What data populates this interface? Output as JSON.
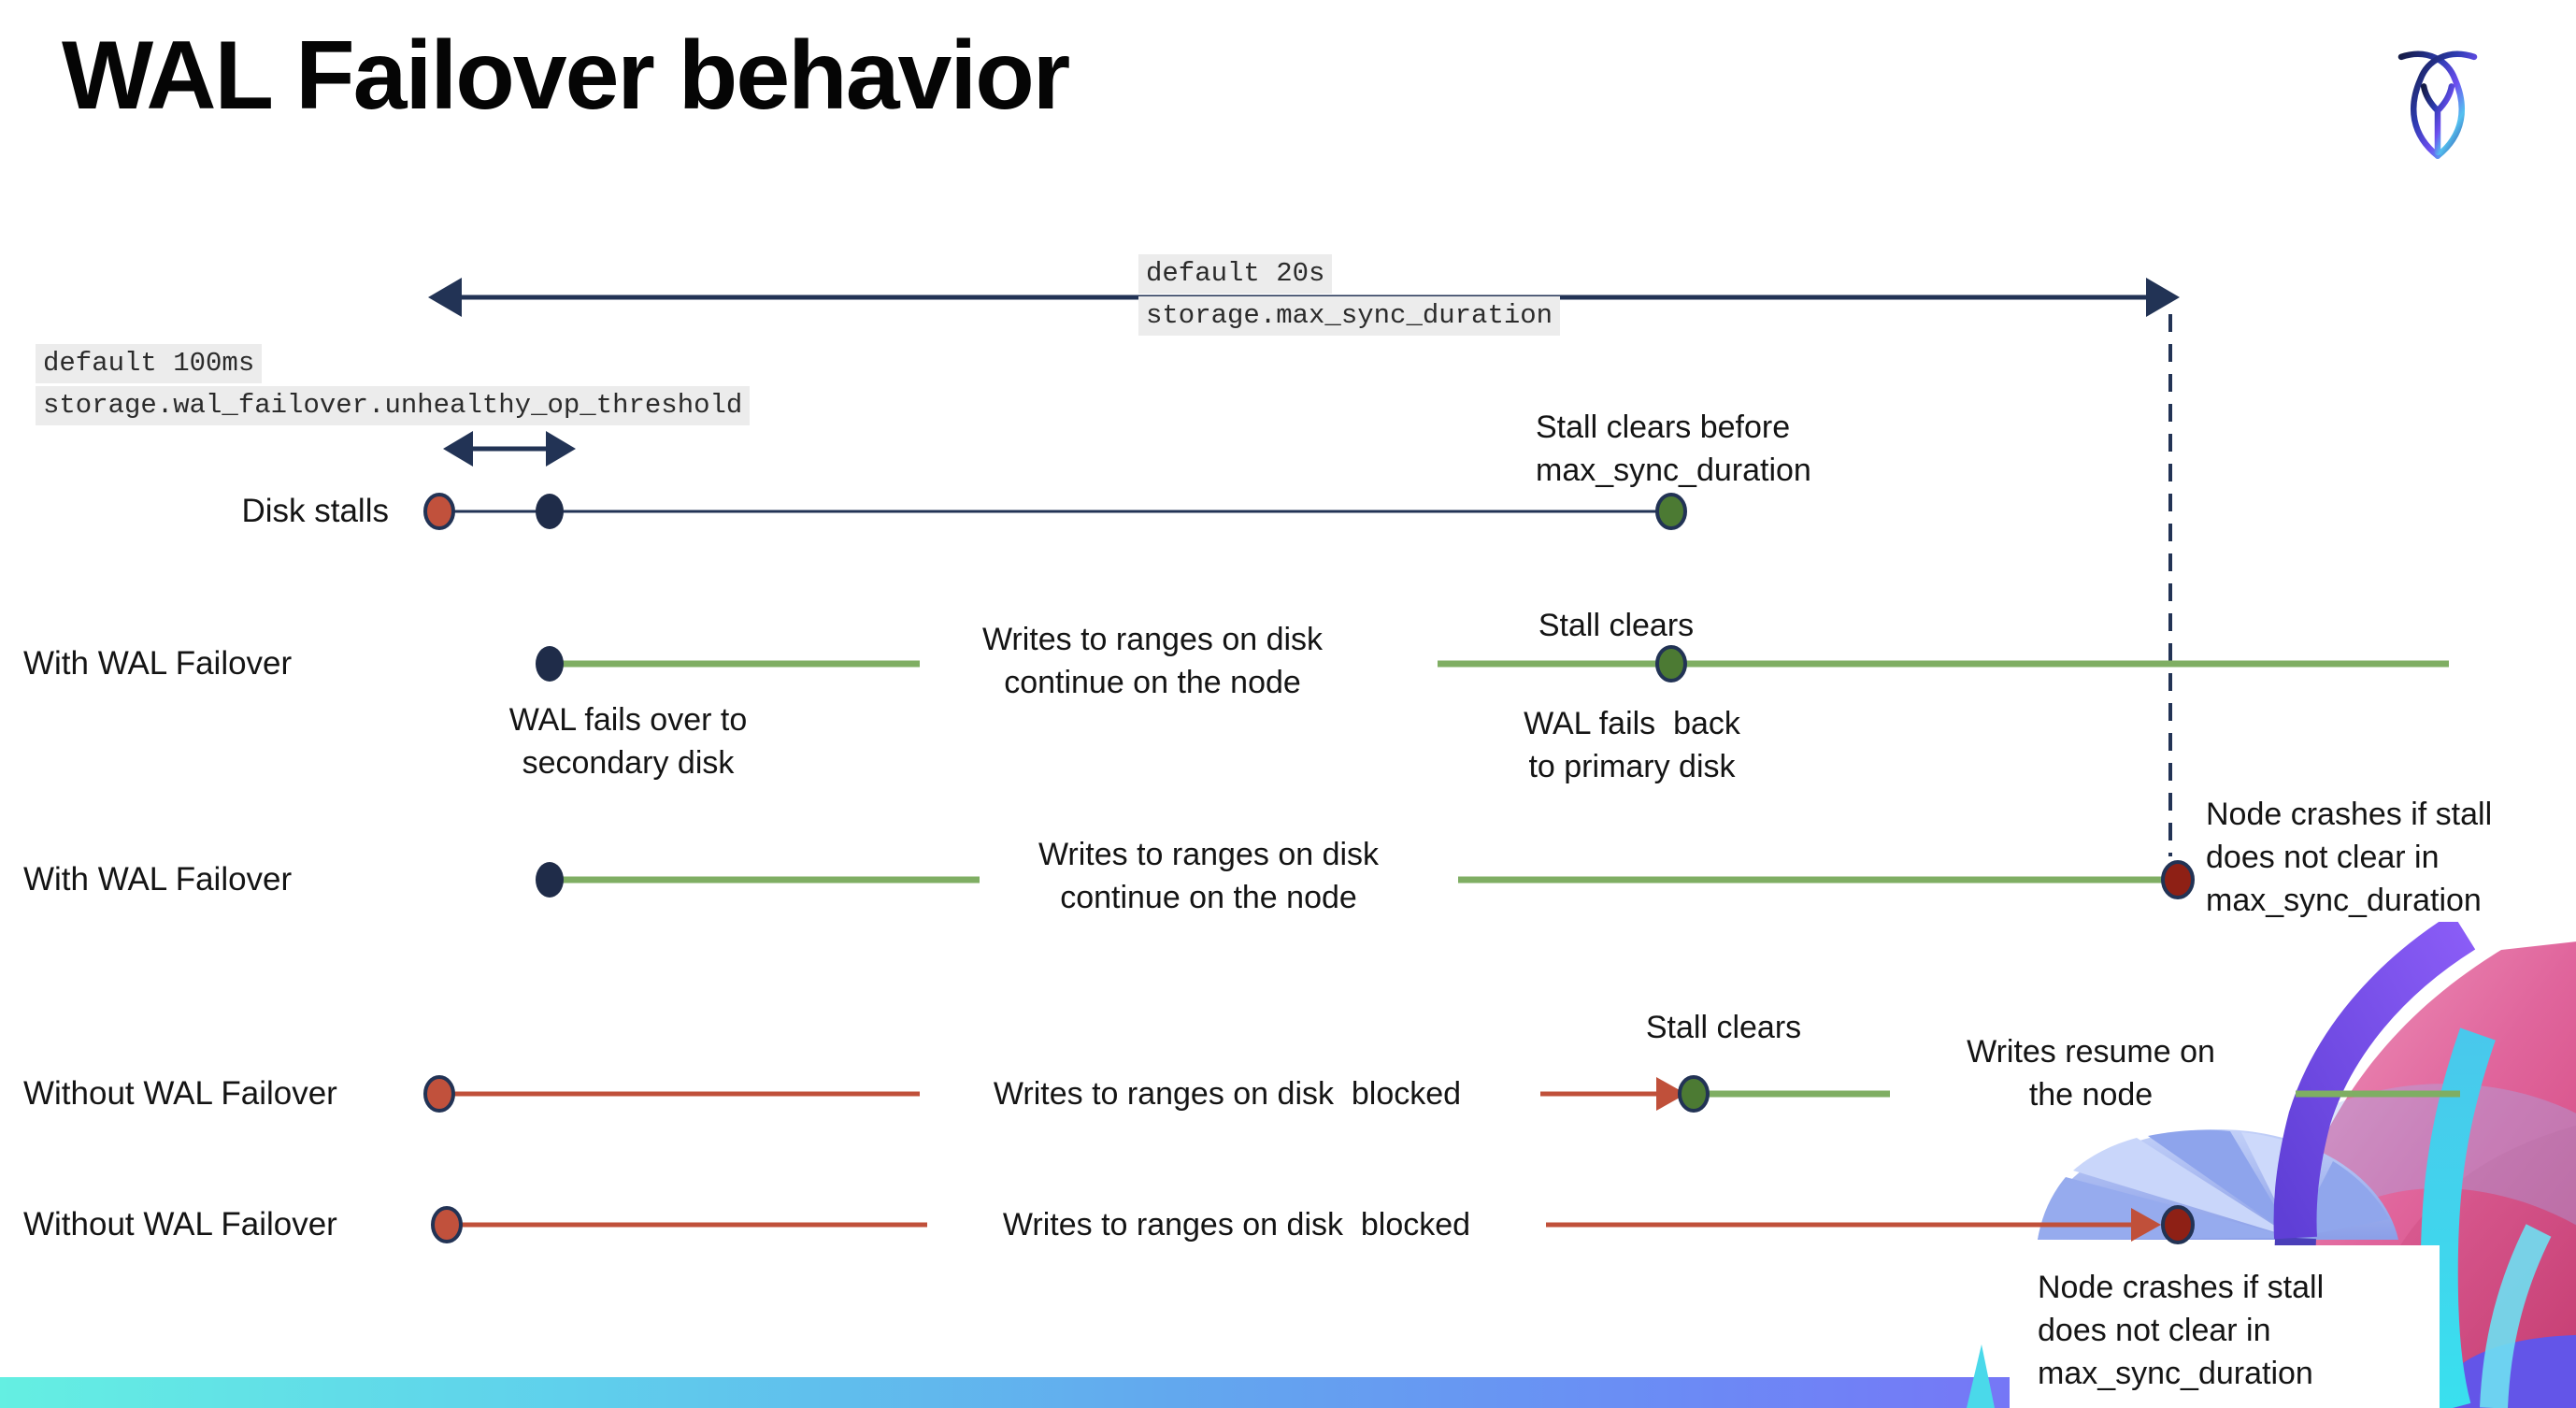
{
  "title": "WAL Failover behavior",
  "settings": {
    "max_sync_duration": {
      "default_label": "default 20s",
      "setting_name": "storage.max_sync_duration"
    },
    "unhealthy_op_threshold": {
      "default_label": "default 100ms",
      "setting_name": "storage.wal_failover.unhealthy_op_threshold"
    }
  },
  "rows": {
    "disk_stalls": {
      "label": "Disk stalls",
      "stall_clears": "Stall clears before\nmax_sync_duration"
    },
    "with_failover_clears": {
      "label": "With WAL Failover",
      "failover": "WAL fails over to\nsecondary disk",
      "writes": "Writes to ranges on disk\ncontinue on the node",
      "stall_clears": "Stall clears",
      "failback": "WAL fails  back\nto primary disk"
    },
    "with_failover_crash": {
      "label": "With WAL Failover",
      "writes": "Writes to ranges on disk\ncontinue on the node",
      "crash": "Node crashes if stall\ndoes not clear in\nmax_sync_duration"
    },
    "without_failover_clears": {
      "label": "Without WAL Failover",
      "blocked": "Writes to ranges on disk  blocked",
      "stall_clears": "Stall clears",
      "resume": "Writes resume on\nthe node"
    },
    "without_failover_crash": {
      "label": "Without WAL Failover",
      "blocked": "Writes to ranges on disk  blocked",
      "crash": "Node crashes if stall\ndoes not clear in\nmax_sync_duration"
    }
  },
  "colors": {
    "navy_line": "#223355",
    "navy_dot": "#1f2c49",
    "green_line": "#7fae63",
    "green_dot": "#4c7a33",
    "red_line": "#c0503a",
    "red_dot": "#c1513c",
    "dark_red_dot": "#8e2015",
    "code_chip_bg": "#ececec",
    "bar_gradient_start": "#64efe2",
    "bar_gradient_end": "#8a5ff2"
  }
}
